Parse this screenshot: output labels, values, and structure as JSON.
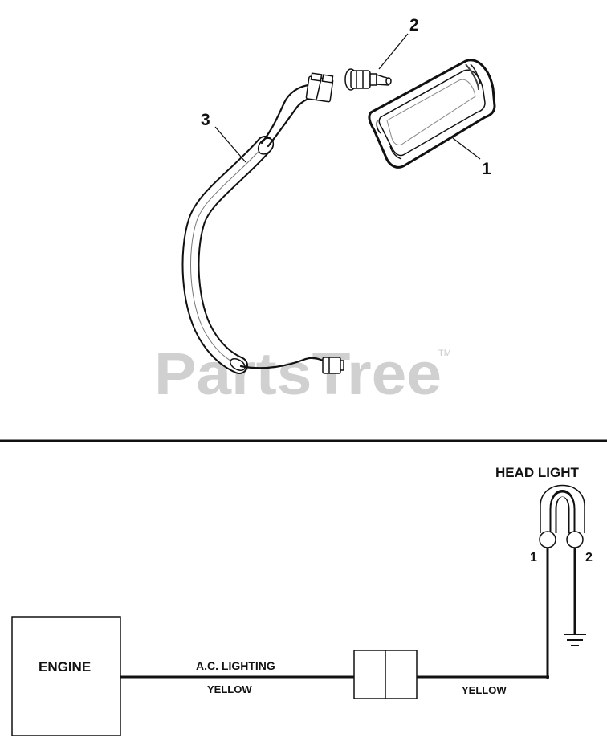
{
  "watermark": {
    "text": "PartsTree",
    "mark": "TM",
    "color": "#cfcfcf"
  },
  "callouts": {
    "one": "1",
    "two": "2",
    "three": "3"
  },
  "schematic": {
    "engine": "ENGINE",
    "circuit_label": "A.C. LIGHTING",
    "wire_left": "YELLOW",
    "wire_right": "YELLOW",
    "headlight": "HEAD LIGHT",
    "terminal_1": "1",
    "terminal_2": "2"
  }
}
